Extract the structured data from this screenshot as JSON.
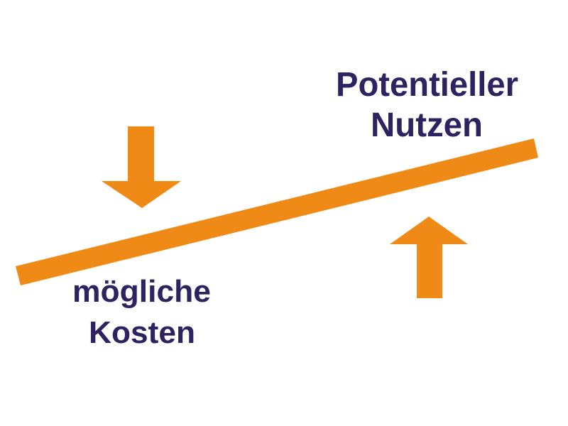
{
  "labels": {
    "benefit_line1": "Potentieller",
    "benefit_line2": "Nutzen",
    "cost_line1": "mögliche",
    "cost_line2": "Kosten"
  },
  "colors": {
    "text": "#2e2360",
    "accent": "#f08a16",
    "background": "#ffffff"
  },
  "icons": {
    "left_arrow": "arrow-down-icon",
    "right_arrow": "arrow-up-icon"
  }
}
